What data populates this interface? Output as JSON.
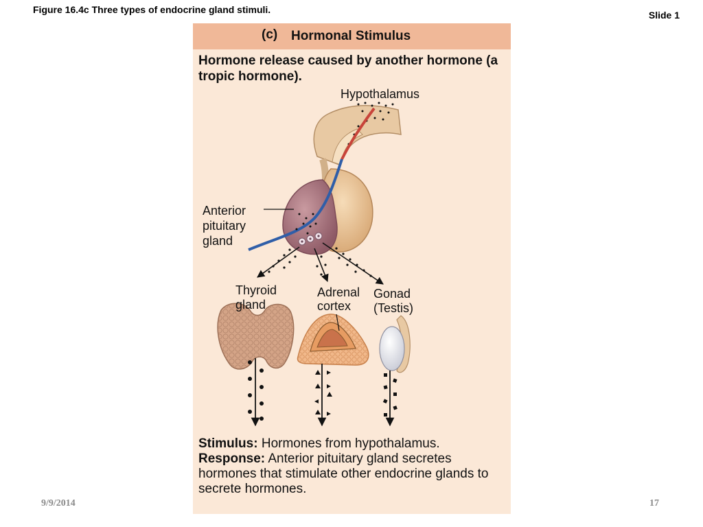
{
  "figure_caption": "Figure 16.4c  Three types of endocrine gland stimuli.",
  "slide_label": "Slide 1",
  "footer": {
    "date": "9/9/2014",
    "page": "17"
  },
  "panel": {
    "letter": "(c)",
    "title": "Hormonal Stimulus",
    "intro": "Hormone release caused by another hormone (a tropic hormone).",
    "labels": {
      "hypothalamus": "Hypothalamus",
      "anterior_pituitary": "Anterior pituitary gland",
      "thyroid": "Thyroid gland",
      "adrenal": "Adrenal cortex",
      "gonad": "Gonad (Testis)"
    },
    "stimulus_label": "Stimulus:",
    "stimulus_text": "Hormones from hypothalamus.",
    "response_label": "Response:",
    "response_text": "Anterior pituitary gland secretes hormones that stimulate other endocrine glands to secrete hormones."
  },
  "colors": {
    "panel_bg": "#fbe8d7",
    "header_bg": "#f0b898",
    "pituitary_anterior": "#b07a84",
    "pituitary_posterior": "#e9c59a",
    "vessel_red": "#c8443a",
    "vessel_blue": "#2f5ea8",
    "thyroid": "#d4a487",
    "adrenal": "#f1b88a",
    "testis": "#eef0f4"
  }
}
